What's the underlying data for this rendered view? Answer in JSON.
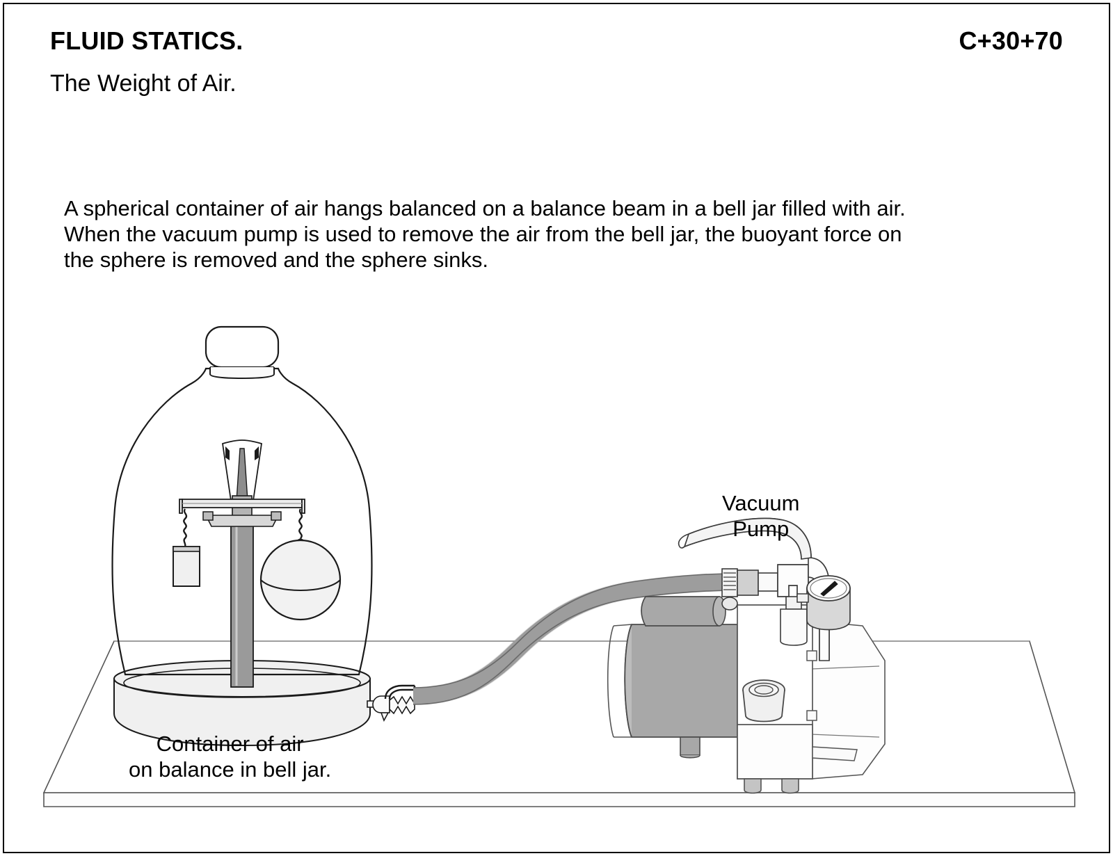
{
  "header": {
    "title": "FLUID STATICS.",
    "subtitle": "The Weight of Air.",
    "code": "C+30+70"
  },
  "description": {
    "line1": "A spherical container of air hangs balanced on a balance beam in a bell jar filled with air.",
    "line2": "When the vacuum pump is used to remove the air from the bell jar, the buoyant force on",
    "line3": "the sphere is removed and the sphere sinks."
  },
  "figure": {
    "labels": {
      "pump_line1": "Vacuum",
      "pump_line2": "Pump",
      "container_line1": "Container of air",
      "container_line2": "on balance in bell jar."
    },
    "parts": {
      "bell_jar": "bell jar",
      "bell_jar_knob": "bell jar knob",
      "base_plate": "bell jar base plate",
      "balance_post": "balance post",
      "balance_beam": "balance beam",
      "weight": "counterweight",
      "sphere": "spherical air container",
      "stopcock": "stopcock valve",
      "hose": "vacuum hose",
      "pump_motor": "pump motor",
      "pump_block": "pump body",
      "pressure_gauge": "pressure gauge",
      "pump_handle": "carry handle",
      "table": "table top"
    }
  },
  "colors": {
    "outline": "#1a1a1a",
    "outline_soft": "#555555",
    "glass": "#ffffff",
    "light_fill": "#f0f0f0",
    "pale_fill": "#fafafa",
    "mid_gray": "#a8a8a8",
    "hose_gray": "#a8a8a8",
    "post_gray": "#9a9a9a",
    "gauge_gray": "#d8d8d8",
    "background": "#ffffff"
  }
}
